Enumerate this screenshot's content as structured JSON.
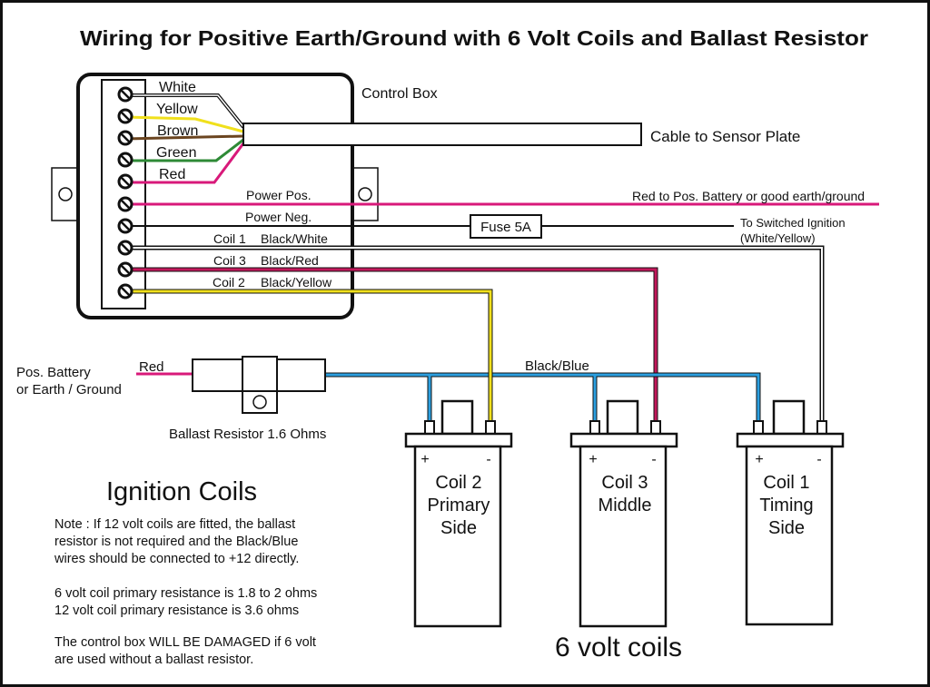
{
  "title": "Wiring for Positive Earth/Ground with 6 Volt Coils and Ballast Resistor",
  "control_box": {
    "label": "Control Box",
    "sensor_wires": [
      "White",
      "Yellow",
      "Brown",
      "Green",
      "Red"
    ],
    "power_pos": "Power Pos.",
    "power_neg": "Power Neg.",
    "coil_wires": [
      {
        "coil": "Coil 1",
        "colour": "Black/White"
      },
      {
        "coil": "Coil 3",
        "colour": "Black/Red"
      },
      {
        "coil": "Coil 2",
        "colour": "Black/Yellow"
      }
    ]
  },
  "sensor_cable": "Cable to Sensor Plate",
  "power_pos_destination": "Red to Pos. Battery or good earth/ground",
  "fuse": "Fuse 5A",
  "switched_ignition": [
    "To Switched Ignition",
    "(White/Yellow)"
  ],
  "battery": {
    "label": [
      "Pos. Battery",
      "or Earth / Ground"
    ],
    "wire": "Red"
  },
  "ballast": {
    "label": "Ballast Resistor 1.6 Ohms"
  },
  "supply_wire": "Black/Blue",
  "coils": [
    {
      "name": [
        "Coil 2",
        "Primary",
        "Side"
      ],
      "plus": "+",
      "minus": "-"
    },
    {
      "name": [
        "Coil 3",
        "Middle"
      ],
      "plus": "+",
      "minus": "-"
    },
    {
      "name": [
        "Coil 1",
        "Timing",
        "Side"
      ],
      "plus": "+",
      "minus": "-"
    }
  ],
  "section_heading": "Ignition Coils",
  "notes": [
    [
      "Note : If 12 volt coils are fitted, the ballast",
      "resistor is not required and the Black/Blue",
      "wires should be connected to +12 directly."
    ],
    [
      "6 volt coil primary resistance is 1.8 to 2 ohms",
      "12 volt coil primary resistance is 3.6 ohms"
    ],
    [
      "The control box WILL BE DAMAGED if 6 volt",
      "are used without a ballast resistor."
    ]
  ],
  "coil_type_label": "6 volt coils",
  "colors": {
    "black": "#111111",
    "white": "#ffffff",
    "yellow": "#f0e01c",
    "brown": "#6b4520",
    "green": "#2e8a36",
    "red": "#d8197a",
    "dark_red": "#c2185b",
    "blue": "#2b9fe0"
  }
}
